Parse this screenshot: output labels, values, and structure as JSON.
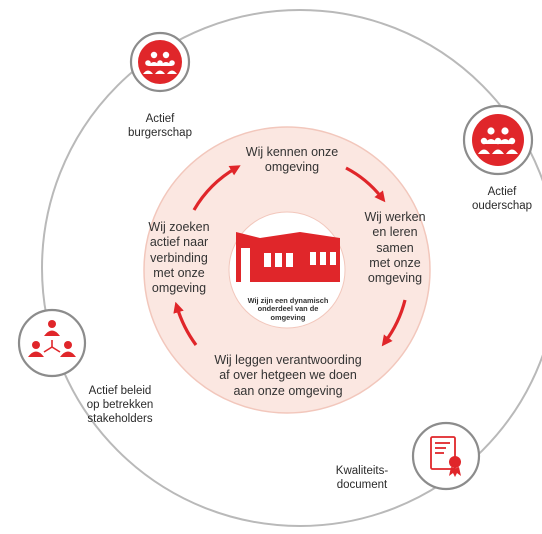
{
  "colors": {
    "accent": "#e0262a",
    "outer_ring": "#b9b9b9",
    "inner_fill": "#fbe7e1",
    "inner_fill_light": "#f7d5cc",
    "icon_ring": "#8c8c8c"
  },
  "cycle": {
    "top": "Wij kennen onze\nomgeving",
    "right": "Wij werken\nen leren\nsamen\nmet onze\nomgeving",
    "bottom": "Wij leggen verantwoording\naf over hetgeen we doen\naan onze omgeving",
    "left": "Wij zoeken\nactief naar\nverbinding\nmet onze\nomgeving"
  },
  "center": {
    "caption": "Wij zijn een dynamisch\nonderdeel van de\nomgeving",
    "icon": "school-building-icon"
  },
  "outer": {
    "burgerschap": {
      "label": "Actief\nburgerschap",
      "icon": "group-icon"
    },
    "ouderschap": {
      "label": "Actief\nouderschap",
      "icon": "group-icon"
    },
    "beleid": {
      "label": "Actief beleid\nop betrekken\nstakeholders",
      "icon": "network-people-icon"
    },
    "kwaliteit": {
      "label": "Kwaliteits-\ndocument",
      "icon": "certificate-icon"
    }
  }
}
